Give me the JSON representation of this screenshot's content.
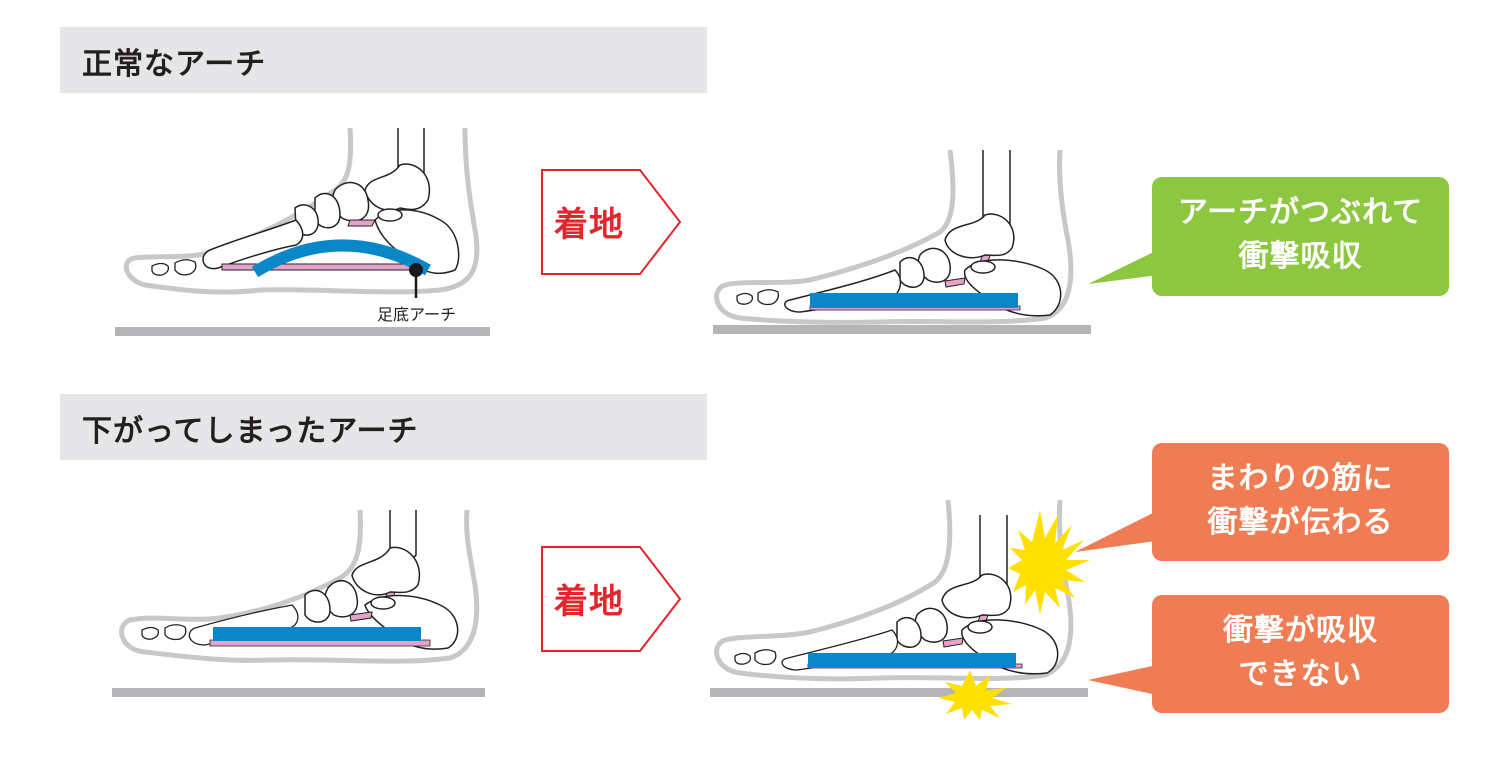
{
  "sections": [
    {
      "title": "正常なアーチ",
      "foot_label": "足底アーチ",
      "arrow_label": "着地",
      "callouts": [
        {
          "lines": [
            "アーチがつぶれて",
            "衝撃吸収"
          ],
          "color": "#8dc63f"
        }
      ]
    },
    {
      "title": "下がってしまったアーチ",
      "arrow_label": "着地",
      "callouts": [
        {
          "lines": [
            "まわりの筋に",
            "衝撃が伝わる"
          ],
          "color": "#f07c53"
        },
        {
          "lines": [
            "衝撃が吸収",
            "できない"
          ],
          "color": "#f07c53"
        }
      ]
    }
  ],
  "colors": {
    "header_bg": "#e6e6e8",
    "arrow_red": "#e3262b",
    "arch_blue": "#0a87c9",
    "ligament_pink": "#e6a3c9",
    "ground_gray": "#b5b5b8",
    "skin_outline": "#c8c8c8",
    "impact_yellow": "#ffe000"
  },
  "icons": [
    "foot-skeleton-illustration",
    "landing-arrow-icon",
    "impact-burst-icon",
    "speech-bubble"
  ]
}
